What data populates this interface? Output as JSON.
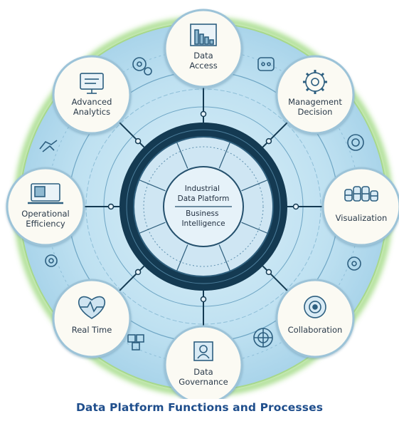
{
  "diagram": {
    "center": {
      "top_lines": [
        "Industrial",
        "Data Platform"
      ],
      "bottom_lines": [
        "Business",
        "Intelligence"
      ]
    },
    "nodes": [
      {
        "id": "data-access",
        "lines": [
          "Data",
          "Access"
        ],
        "icon": "bar-chart-icon"
      },
      {
        "id": "management-decision",
        "lines": [
          "Management",
          "Decision"
        ],
        "icon": "gear-icon"
      },
      {
        "id": "visualization",
        "lines": [
          "Visualization"
        ],
        "icon": "database-stack-icon"
      },
      {
        "id": "collaboration",
        "lines": [
          "Collaboration"
        ],
        "icon": "target-icon"
      },
      {
        "id": "data-governance",
        "lines": [
          "Data",
          "Governance"
        ],
        "icon": "user-badge-icon"
      },
      {
        "id": "real-time",
        "lines": [
          "Real Time"
        ],
        "icon": "heart-pulse-icon"
      },
      {
        "id": "operational-efficiency",
        "lines": [
          "Operational",
          "Efficiency"
        ],
        "icon": "laptop-icon"
      },
      {
        "id": "advanced-analytics",
        "lines": [
          "Advanced",
          "Analytics"
        ],
        "icon": "monitor-icon"
      }
    ]
  },
  "caption": "Data Platform Functions and Processes",
  "colors": {
    "outer_glow": "#8ed36a",
    "outer_fill": "#bcdff0",
    "ring_line": "#7fb0cc",
    "dark_ring": "#143a52",
    "node_fill": "#fbfaf3",
    "node_stroke": "#9cc3d8",
    "icon": "#2d5f80",
    "caption": "#1f4e8c"
  }
}
